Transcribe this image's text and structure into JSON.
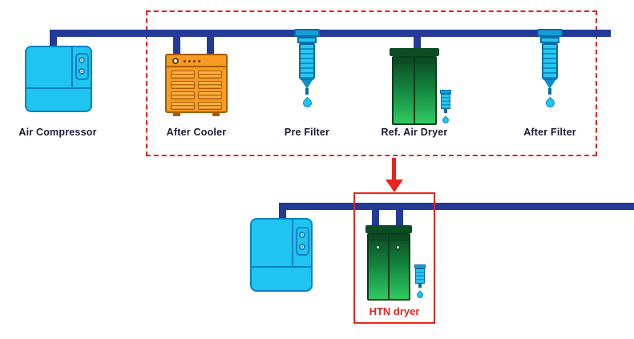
{
  "top_row": {
    "air_compressor_label": "Air Compressor",
    "after_cooler_label": "After Cooler",
    "pre_filter_label": "Pre Filter",
    "ref_air_dryer_label": "Ref. Air Dryer",
    "after_filter_label": "After Filter"
  },
  "bottom_row": {
    "htn_dryer_label": "HTN dryer"
  },
  "icons": {
    "condensate_drop": "water-drop-icon"
  },
  "colors": {
    "pipe_blue": "#233a96",
    "equipment_cyan": "#1fc4f0",
    "cyan_outline": "#0a6ca6",
    "cooler_orange": "#f89b21",
    "orange_outline": "#a85c06",
    "dryer_green_dark": "#0c4a22",
    "dryer_green_light": "#2ecb63",
    "highlight_red": "#e8251c",
    "label_color": "#1b1b33"
  }
}
